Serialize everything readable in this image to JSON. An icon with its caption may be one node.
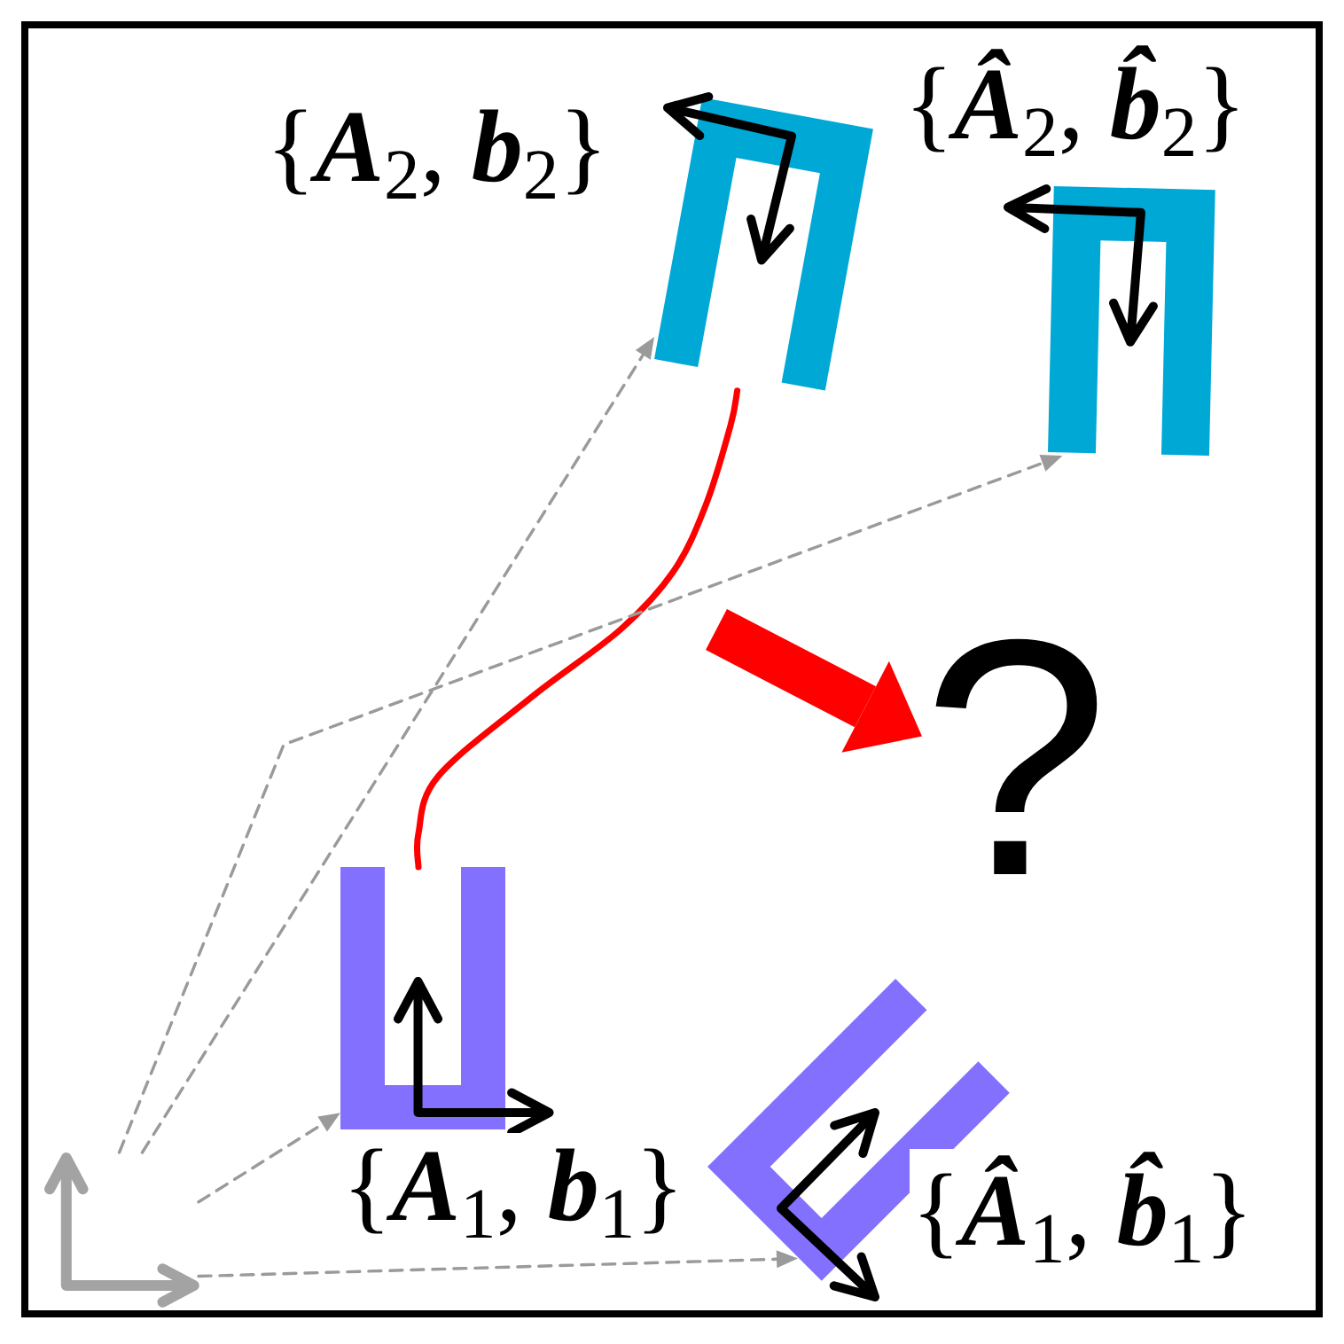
{
  "diagram": {
    "nodes": [
      {
        "text": [
          "{**A**$_{2}$, **b**$_{2}$}"
        ]
      },
      {
        "text": [
          "{**Â**$_{2}$, **b̂**$_{2}$}"
        ]
      },
      {
        "text": [
          "?"
        ]
      },
      {
        "text": [
          "{**A**$_{1}$, **b**$_{1}$}"
        ]
      },
      {
        "text": [
          "{**Â**$_{1}$, **b̂**$_{1}$}"
        ]
      },
      {
        "text": [],
        "shape": "picture"
      }
    ],
    "edges": [
      {
        "from": 5,
        "to": 3,
        "arrow": "to",
        "style": "dashed"
      },
      {
        "from": 5,
        "to": 4,
        "arrow": "to",
        "style": "dashed"
      },
      {
        "from": 5,
        "to": 0,
        "arrow": "to",
        "style": "dashed"
      },
      {
        "from": 5,
        "to": 1,
        "arrow": "to",
        "style": "dashed"
      },
      {
        "from": 3,
        "to": 0,
        "arrow": "none",
        "style": "thick",
        "color": "#ff0000"
      },
      {
        "from": null,
        "to": 2,
        "arrow": "to",
        "style": "thick",
        "color": "#ff0000"
      }
    ]
  }
}
